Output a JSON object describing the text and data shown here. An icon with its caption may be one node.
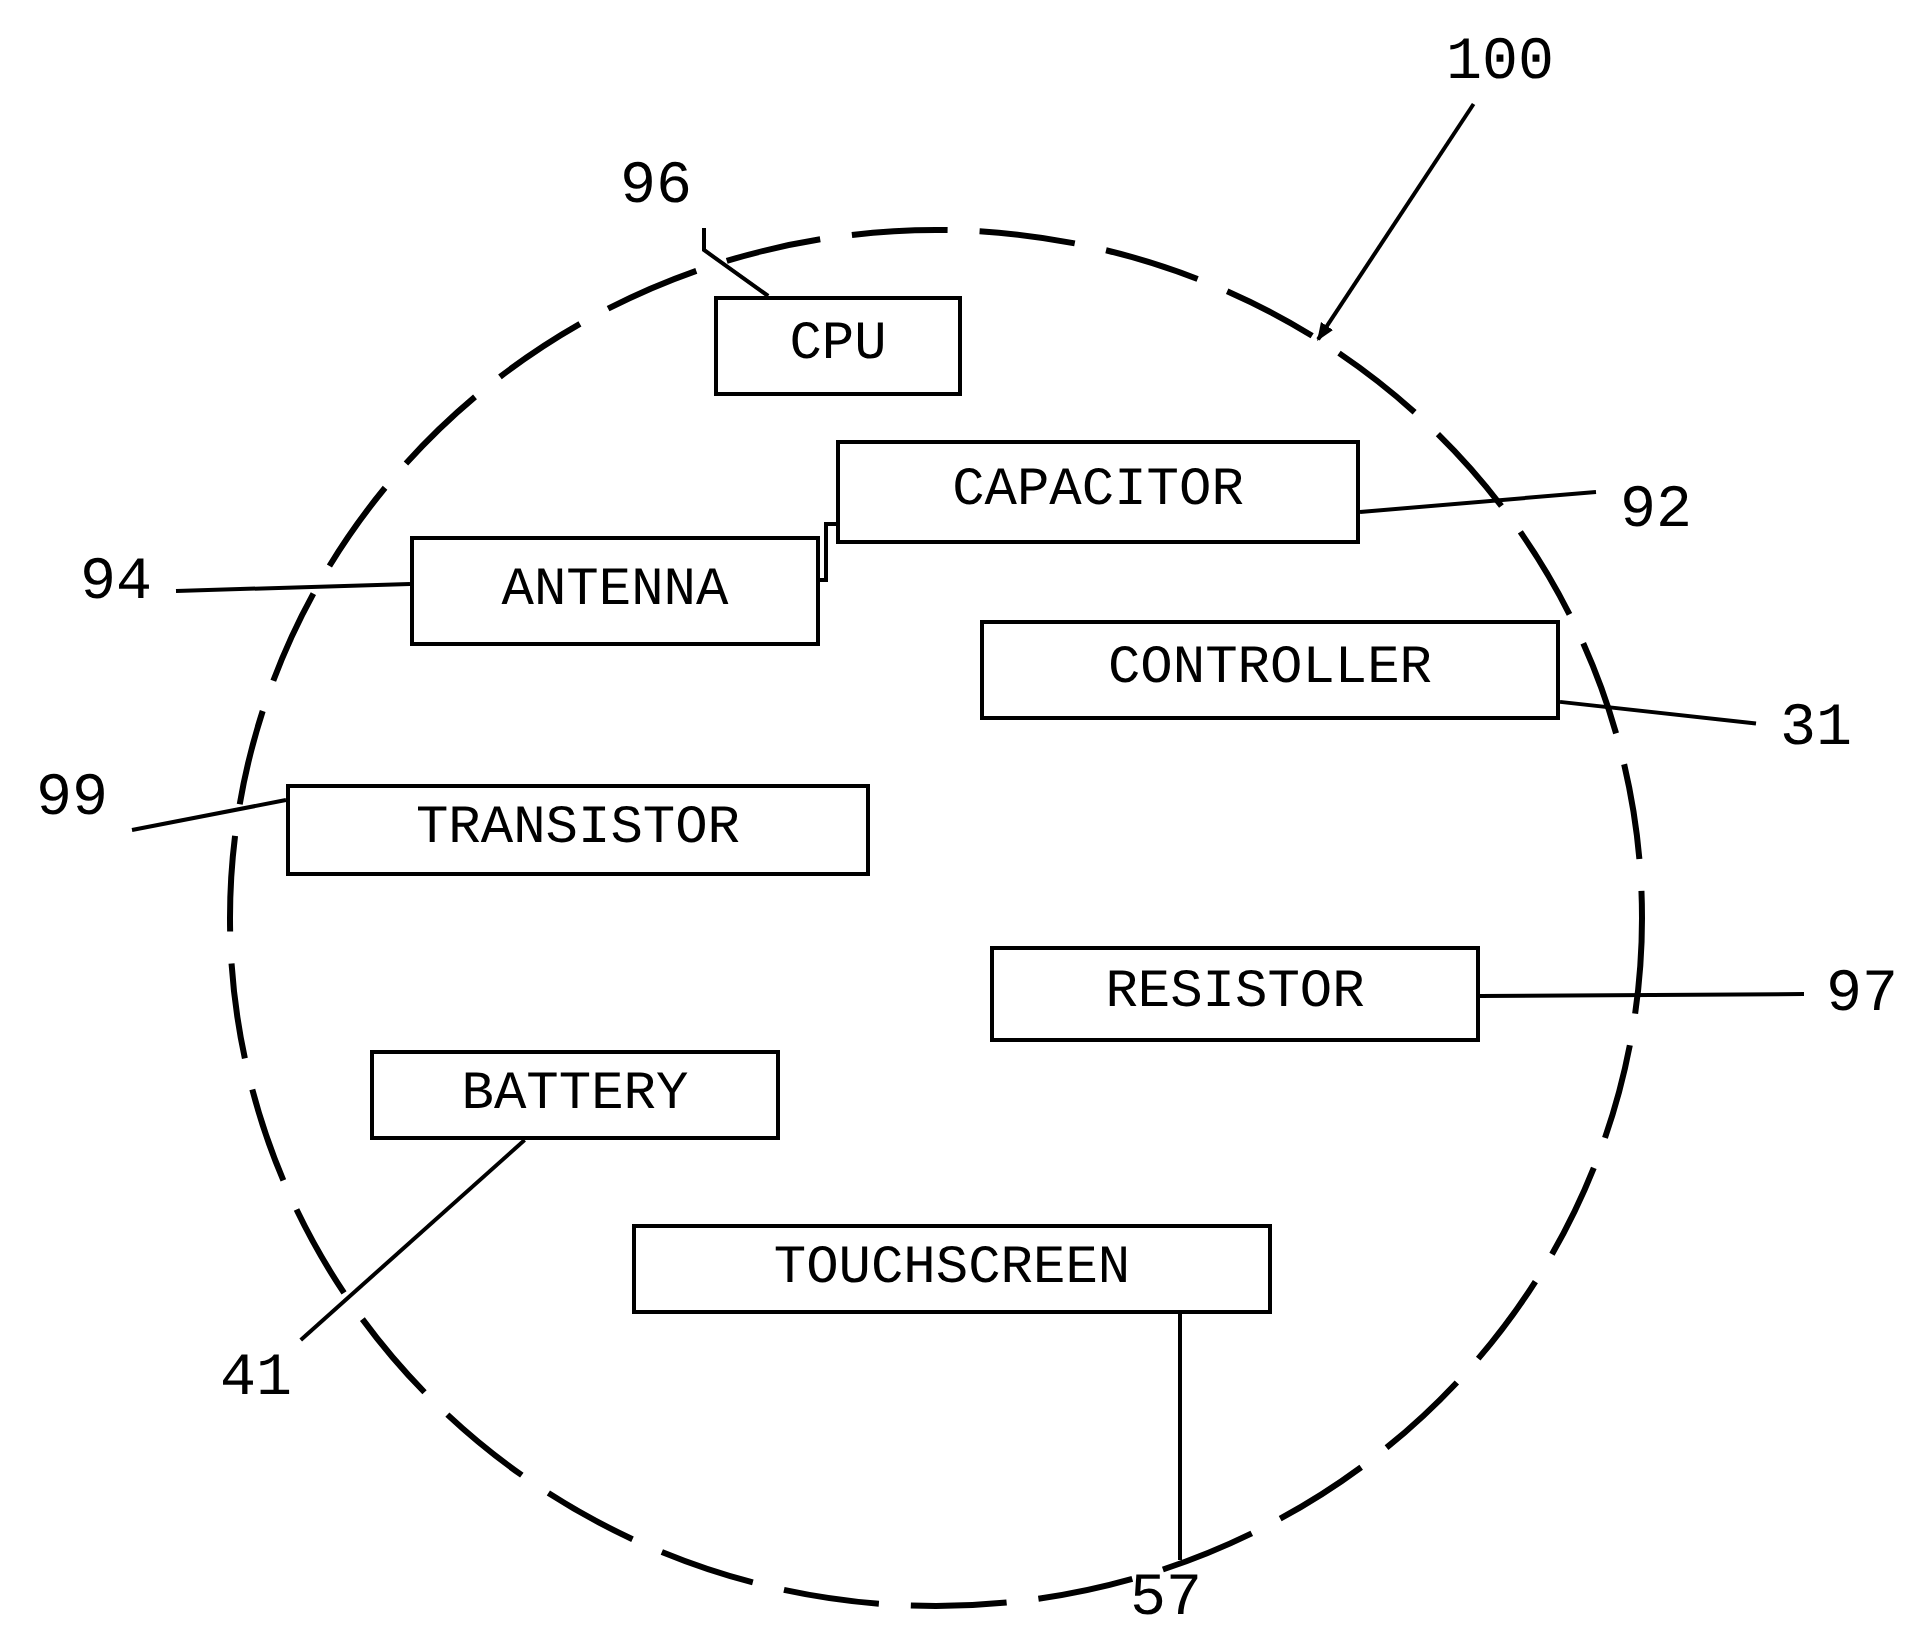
{
  "diagram": {
    "nodes": [
      {
        "text": [
          "100"
        ]
      },
      {
        "text": [],
        "shape": "circle"
      },
      {
        "text": [
          "96"
        ]
      },
      {
        "text": [
          "CPU"
        ],
        "in": 1
      },
      {
        "text": [
          "CAPACITOR"
        ],
        "in": 1
      },
      {
        "text": [
          "92"
        ]
      },
      {
        "text": [
          "94"
        ]
      },
      {
        "text": [
          "ANTENNA"
        ],
        "in": 1
      },
      {
        "text": [
          "CONTROLLER"
        ],
        "in": 1
      },
      {
        "text": [
          "31"
        ]
      },
      {
        "text": [
          "99"
        ]
      },
      {
        "text": [
          "TRANSISTOR"
        ],
        "in": 1
      },
      {
        "text": [
          "RESISTOR"
        ],
        "in": 1
      },
      {
        "text": [
          "97"
        ]
      },
      {
        "text": [
          "BATTERY"
        ],
        "in": 1
      },
      {
        "text": [
          "TOUCHSCREEN"
        ],
        "in": 1
      },
      {
        "text": [
          "41"
        ]
      },
      {
        "text": [
          "57"
        ]
      }
    ],
    "edges": [
      {
        "from": 0,
        "to": 1,
        "arrow": "to"
      },
      {
        "from": 2,
        "to": 3,
        "arrow": "none"
      },
      {
        "from": 7,
        "to": 4,
        "arrow": "none"
      },
      {
        "from": 5,
        "to": 4,
        "arrow": "none"
      },
      {
        "from": 6,
        "to": 7,
        "arrow": "none"
      },
      {
        "from": 9,
        "to": 8,
        "arrow": "none"
      },
      {
        "from": 10,
        "to": 11,
        "arrow": "none"
      },
      {
        "from": 13,
        "to": 12,
        "arrow": "none"
      },
      {
        "from": 16,
        "to": 14,
        "arrow": "none"
      },
      {
        "from": 17,
        "to": 15,
        "arrow": "none"
      }
    ]
  }
}
